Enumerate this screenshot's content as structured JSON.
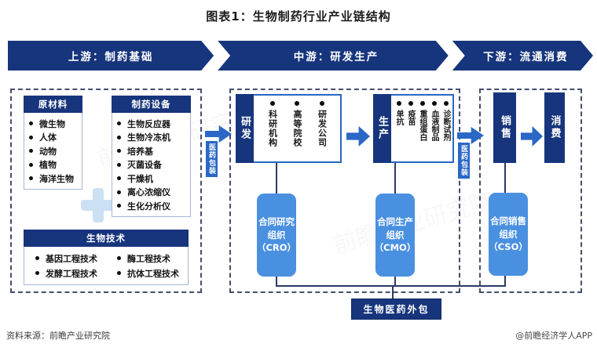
{
  "title": "图表1：生物制药行业产业链结构",
  "banner": {
    "upstream": "上游：制药基础",
    "midstream": "中游：研发生产",
    "downstream": "下游：流通消费"
  },
  "upstream": {
    "raw_materials": {
      "header": "原材料",
      "items": [
        "微生物",
        "人体",
        "动物",
        "植物",
        "海洋生物"
      ]
    },
    "equipment": {
      "header": "制药设备",
      "items": [
        "生物反应器",
        "生物冷冻机",
        "培养基",
        "灭菌设备",
        "干燥机",
        "离心浓缩仪",
        "生化分析仪"
      ]
    },
    "biotech": {
      "header": "生物技术",
      "left_col": [
        "基因工程技术",
        "发酵工程技术"
      ],
      "right_col": [
        "酶工程技术",
        "抗体工程技术"
      ]
    }
  },
  "packaging": {
    "label": "医药包装"
  },
  "midstream": {
    "rd": {
      "label": "研发",
      "items": [
        "科研机构",
        "高等院校",
        "研发公司"
      ]
    },
    "production": {
      "label": "生产",
      "items": [
        "单抗",
        "疫苗",
        "重组蛋白",
        "血液制品",
        "诊断试剂"
      ]
    },
    "cro": "合同研究组织（CRO）",
    "cmo": "合同生产组织（CMO）"
  },
  "downstream": {
    "sales": "销售",
    "consumption": "消费",
    "cso": "合同销售组织（CSO）"
  },
  "outsourcing": "生物医药外包",
  "footer": {
    "source": "资料来源：前瞻产业研究院",
    "credit": "@前瞻经济学人APP"
  },
  "watermark": "前瞻产业研究院",
  "colors": {
    "navy": "#17357c",
    "blue": "#2a67c6",
    "light_blue": "#4a90e0"
  }
}
